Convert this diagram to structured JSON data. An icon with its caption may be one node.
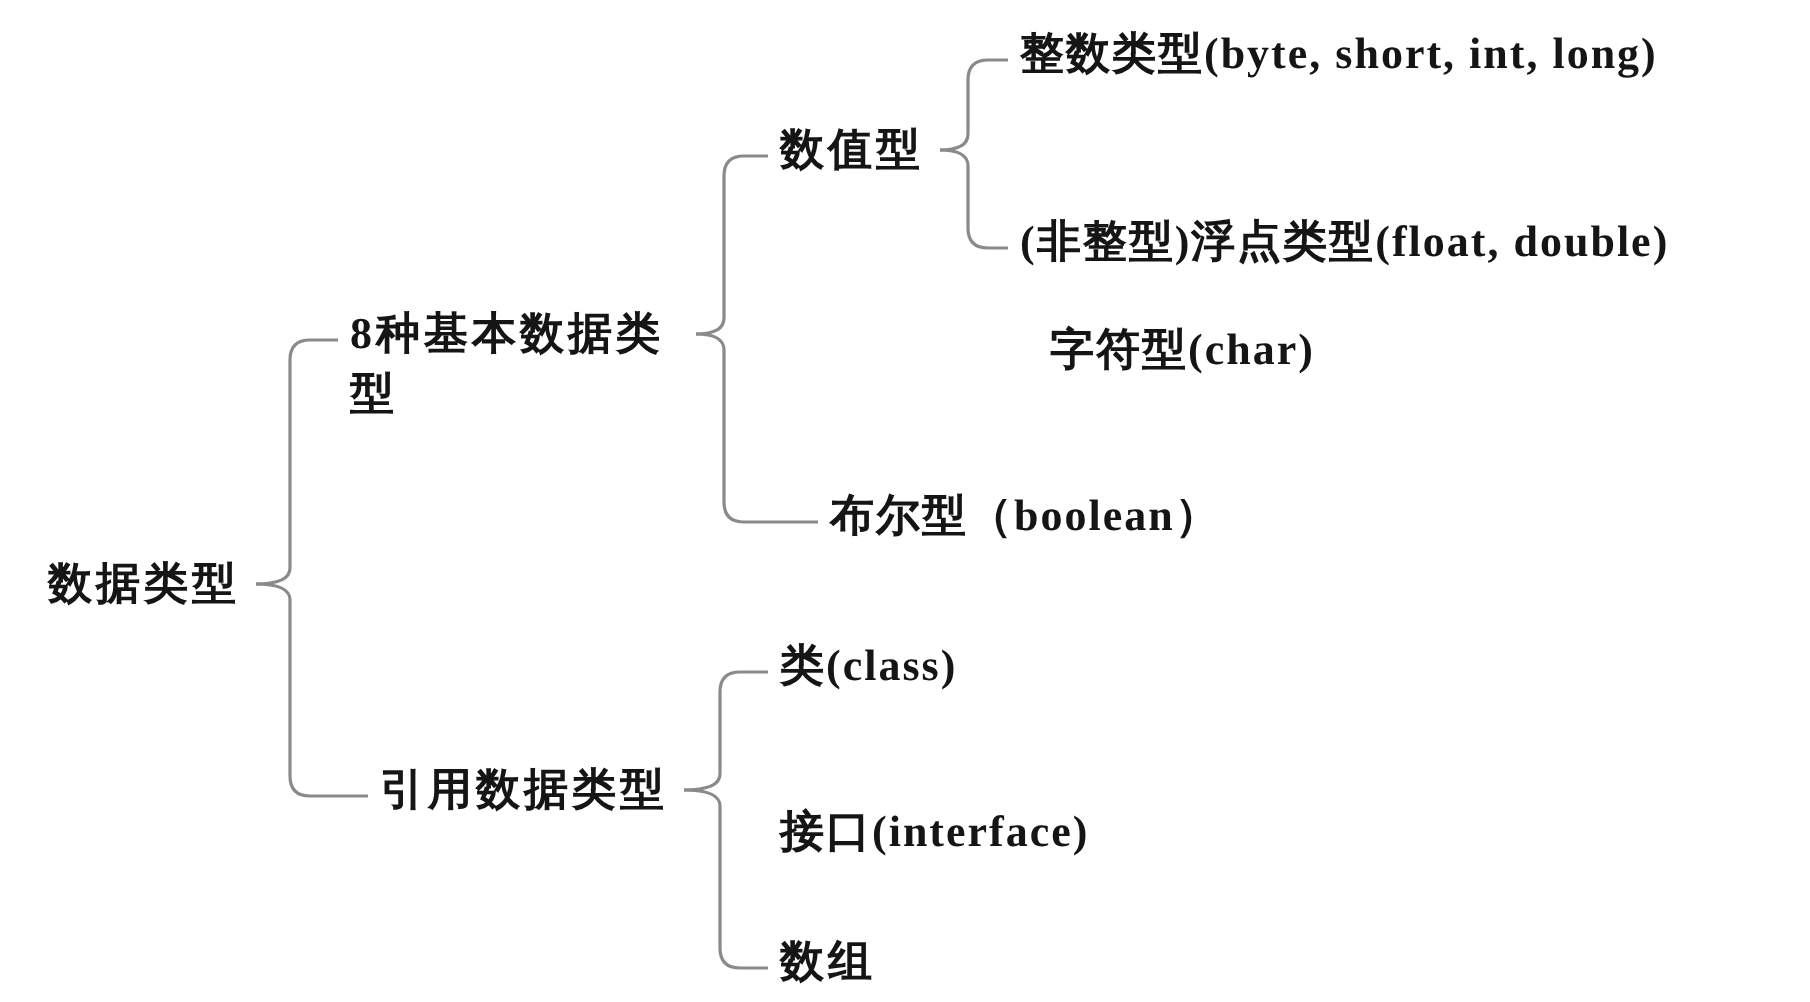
{
  "diagram": {
    "nodes": [
      {
        "text": [
          "数据类型"
        ]
      },
      {
        "text": [
          "8种基本数据类型"
        ]
      },
      {
        "text": [
          "数值型"
        ]
      },
      {
        "text": [
          "整数类型(byte, short, int, long)"
        ]
      },
      {
        "text": [
          "(非整型)浮点类型(float, double)"
        ]
      },
      {
        "text": [
          "字符型(char)"
        ]
      },
      {
        "text": [
          "布尔型（boolean）"
        ]
      },
      {
        "text": [
          "引用数据类型"
        ]
      },
      {
        "text": [
          "类(class)"
        ]
      },
      {
        "text": [
          "接口(interface)"
        ]
      },
      {
        "text": [
          "数组"
        ]
      }
    ],
    "edges": [
      {
        "from": 0,
        "to": 1,
        "arrow": "none"
      },
      {
        "from": 0,
        "to": 7,
        "arrow": "none"
      },
      {
        "from": 1,
        "to": 2,
        "arrow": "none"
      },
      {
        "from": 1,
        "to": 6,
        "arrow": "none"
      },
      {
        "from": 2,
        "to": 3,
        "arrow": "none"
      },
      {
        "from": 2,
        "to": 4,
        "arrow": "none"
      },
      {
        "from": 7,
        "to": 8,
        "arrow": "none"
      },
      {
        "from": 7,
        "to": 10,
        "arrow": "none"
      }
    ]
  }
}
